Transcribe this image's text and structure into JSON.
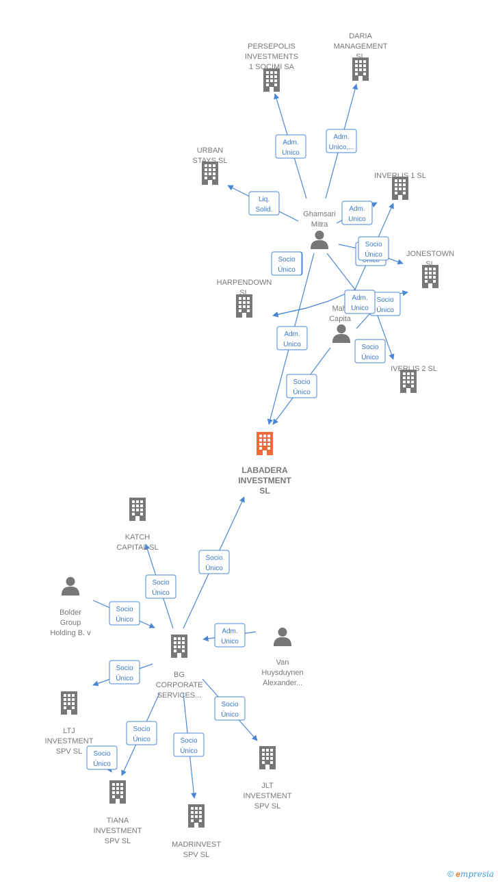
{
  "nodes": [
    {
      "id": "persepolis",
      "type": "company",
      "lines": [
        "PERSEPOLIS",
        "INVESTMENTS",
        "1 SOCIMI SA"
      ]
    },
    {
      "id": "daria",
      "type": "company",
      "lines": [
        "DARIA",
        "MANAGEMENT",
        "SL"
      ]
    },
    {
      "id": "urban",
      "type": "company",
      "lines": [
        "URBAN",
        "STAYS  SL"
      ]
    },
    {
      "id": "inverlis1",
      "type": "company",
      "lines": [
        "INVERLIS 1  SL"
      ]
    },
    {
      "id": "ghamsari",
      "type": "person",
      "lines": [
        "Ghamsari",
        "Mitra"
      ]
    },
    {
      "id": "jonestown",
      "type": "company",
      "lines": [
        "JONESTOWN",
        "SL"
      ]
    },
    {
      "id": "harpendown",
      "type": "company",
      "lines": [
        "HARPENDOWN",
        "SL"
      ]
    },
    {
      "id": "mahnaz",
      "type": "person",
      "lines": [
        "Mahn",
        "Capita"
      ]
    },
    {
      "id": "inverlis2",
      "type": "company",
      "lines": [
        "IVERLIS 2  SL"
      ]
    },
    {
      "id": "labadera",
      "type": "company",
      "highlight": true,
      "lines": [
        "LABADERA",
        "INVESTMENT",
        "SL"
      ]
    },
    {
      "id": "katch",
      "type": "company",
      "lines": [
        "KATCH",
        "CAPITAL  SL"
      ]
    },
    {
      "id": "bolder",
      "type": "person",
      "lines": [
        "Bolder",
        "Group",
        "Holding B. v"
      ]
    },
    {
      "id": "bg",
      "type": "company",
      "lines": [
        "BG",
        "CORPORATE",
        "SERVICES..."
      ]
    },
    {
      "id": "van",
      "type": "person",
      "lines": [
        "Van",
        "Huysduynen",
        "Alexander..."
      ]
    },
    {
      "id": "ltj",
      "type": "company",
      "lines": [
        "LTJ",
        "INVESTMENT",
        "SPV  SL"
      ]
    },
    {
      "id": "jlt",
      "type": "company",
      "lines": [
        "JLT",
        "INVESTMENT",
        "SPV  SL"
      ]
    },
    {
      "id": "tiana",
      "type": "company",
      "lines": [
        "TIANA",
        "INVESTMENT",
        "SPV  SL"
      ]
    },
    {
      "id": "madrinvest",
      "type": "company",
      "lines": [
        "MADRINVEST",
        "SPV  SL"
      ]
    }
  ],
  "edges": [
    {
      "id": "e1",
      "lines": [
        "Adm.",
        "Unico"
      ]
    },
    {
      "id": "e2",
      "lines": [
        "Adm.",
        "Unico,..."
      ]
    },
    {
      "id": "e3",
      "lines": [
        "Liq.",
        "Solid."
      ]
    },
    {
      "id": "e4",
      "lines": [
        "Adm.",
        "Unico"
      ]
    },
    {
      "id": "e5",
      "lines": [
        "Socio",
        "Único"
      ]
    },
    {
      "id": "e6",
      "lines": [
        "Socio",
        "Único"
      ]
    },
    {
      "id": "e7",
      "lines": [
        "Adm.",
        "Unico"
      ]
    },
    {
      "id": "e8",
      "lines": [
        "Socio",
        "Único"
      ]
    },
    {
      "id": "e9",
      "lines": [
        "Adm.",
        "Unico"
      ]
    },
    {
      "id": "e10",
      "lines": [
        "Adm.",
        "Unico"
      ]
    },
    {
      "id": "e11",
      "lines": [
        "Socio",
        "Único"
      ]
    },
    {
      "id": "e12",
      "lines": [
        "Socio",
        "Único"
      ]
    },
    {
      "id": "e13",
      "lines": [
        "Socio",
        "Único"
      ]
    },
    {
      "id": "e14",
      "lines": [
        "Socio",
        "Único"
      ]
    },
    {
      "id": "e15",
      "lines": [
        "Socio",
        "Único"
      ]
    },
    {
      "id": "e16",
      "lines": [
        "Adm.",
        "Unico"
      ]
    },
    {
      "id": "e17",
      "lines": [
        "Socio",
        "Único"
      ]
    },
    {
      "id": "e18",
      "lines": [
        "Socio",
        "Único"
      ]
    },
    {
      "id": "e19",
      "lines": [
        "Socio",
        "Único"
      ]
    },
    {
      "id": "e20",
      "lines": [
        "Socio",
        "Único"
      ]
    },
    {
      "id": "e21",
      "lines": [
        "Socio",
        "Único"
      ]
    },
    {
      "id": "e22",
      "lines": [
        "Socio",
        "Único"
      ]
    }
  ],
  "colors": {
    "edge": "#4a86d4",
    "node": "#777777",
    "highlight": "#f26a3a",
    "brand": "#3b9bd6",
    "brand_accent": "#f07a2a"
  },
  "footer": {
    "copyright": "©",
    "brand_initial": "e",
    "brand_rest": "mpresia"
  }
}
